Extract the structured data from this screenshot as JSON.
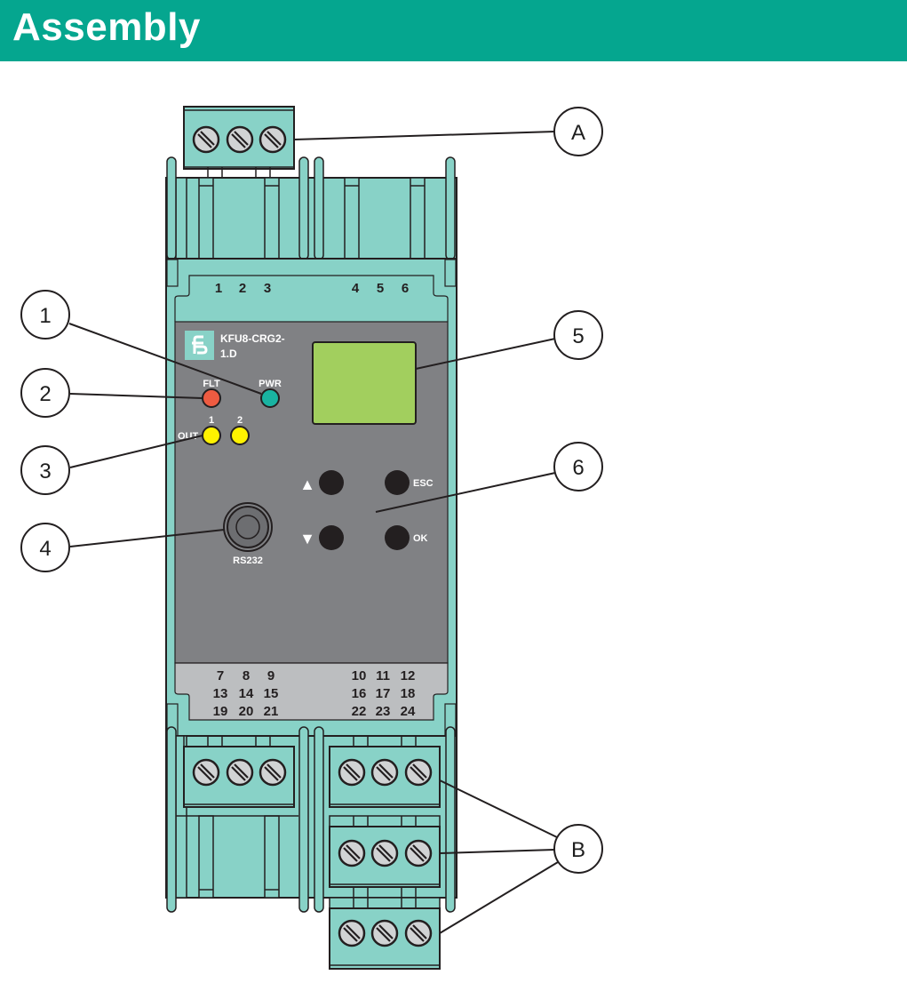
{
  "header": {
    "title": "Assembly"
  },
  "device": {
    "model_line1": "KFU8-CRG2-",
    "model_line2": "1.D",
    "logo": "pepperl-fuchs-logo",
    "top_terminal_numbers": [
      "1",
      "2",
      "3",
      "4",
      "5",
      "6"
    ],
    "bottom_terminal_numbers_left": [
      [
        "7",
        "8",
        "9"
      ],
      [
        "13",
        "14",
        "15"
      ],
      [
        "19",
        "20",
        "21"
      ]
    ],
    "bottom_terminal_numbers_right": [
      [
        "10",
        "11",
        "12"
      ],
      [
        "16",
        "17",
        "18"
      ],
      [
        "22",
        "23",
        "24"
      ]
    ],
    "leds": {
      "flt_label": "FLT",
      "pwr_label": "PWR",
      "out_label": "OUT",
      "out1_label": "1",
      "out2_label": "2"
    },
    "buttons": {
      "up_symbol": "▲",
      "down_symbol": "▼",
      "esc_label": "ESC",
      "ok_label": "OK"
    },
    "rs232_label": "RS232",
    "colors": {
      "housing": "#88d2c7",
      "front_panel": "#808184",
      "terminal_strip": "#bcbec0",
      "display": "#a2cf5e",
      "led_flt": "#ee5b41",
      "led_pwr": "#19b3a1",
      "led_out": "#fff200",
      "button": "#231f20",
      "screw": "#d1d3d4"
    }
  },
  "callouts": {
    "c1": "1",
    "c2": "2",
    "c3": "3",
    "c4": "4",
    "c5": "5",
    "c6": "6",
    "cA": "A",
    "cB": "B"
  }
}
